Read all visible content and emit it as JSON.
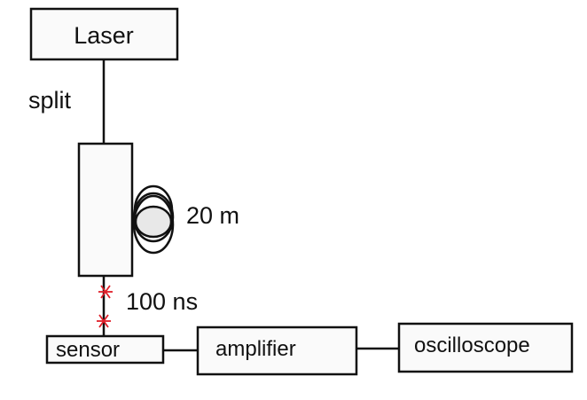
{
  "components": {
    "laser": "Laser",
    "sensor": "sensor",
    "amplifier": "amplifier",
    "oscilloscope": "oscilloscope"
  },
  "labels": {
    "split": "split",
    "fiber_length": "20 m",
    "delay": "100 ns"
  },
  "colors": {
    "marker": "#e0202a",
    "line": "#111111",
    "box_fill": "#fafafa"
  }
}
